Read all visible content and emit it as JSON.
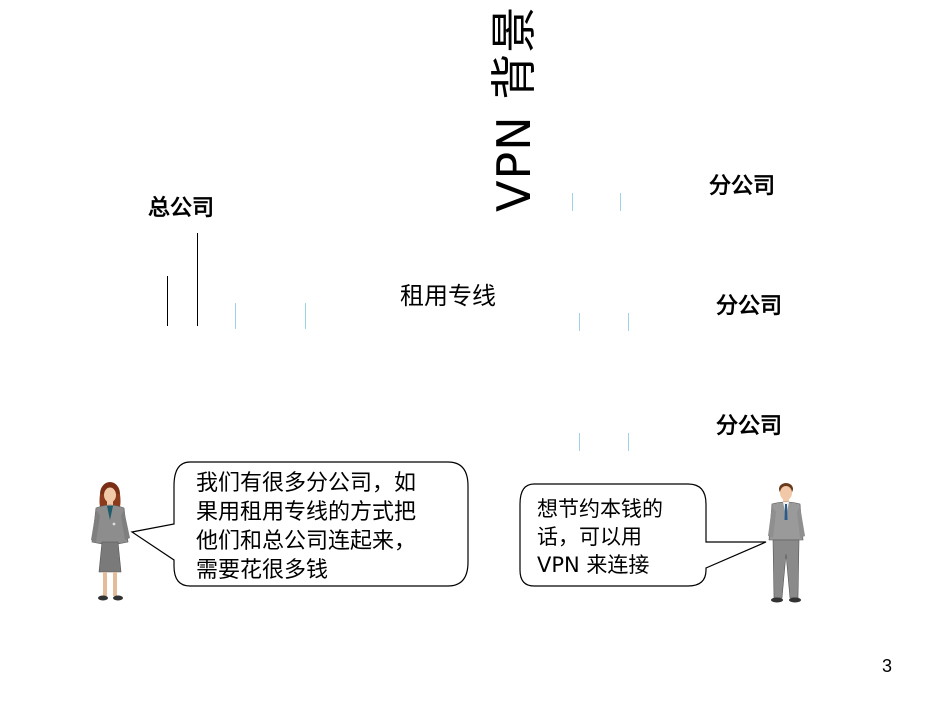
{
  "slide": {
    "title": "VPN 背景",
    "hq_label": "总公司",
    "branch_labels": [
      "分公司",
      "分公司",
      "分公司"
    ],
    "leased_line_label": "租用专线",
    "woman_speech": [
      "我们有很多分公司，如",
      "果用租用专线的方式把",
      "他们和总公司连起来，",
      "需要花很多钱"
    ],
    "man_speech": [
      "想节约本钱的",
      "话，可以用",
      "VPN 来连接"
    ],
    "page_number": "3"
  }
}
